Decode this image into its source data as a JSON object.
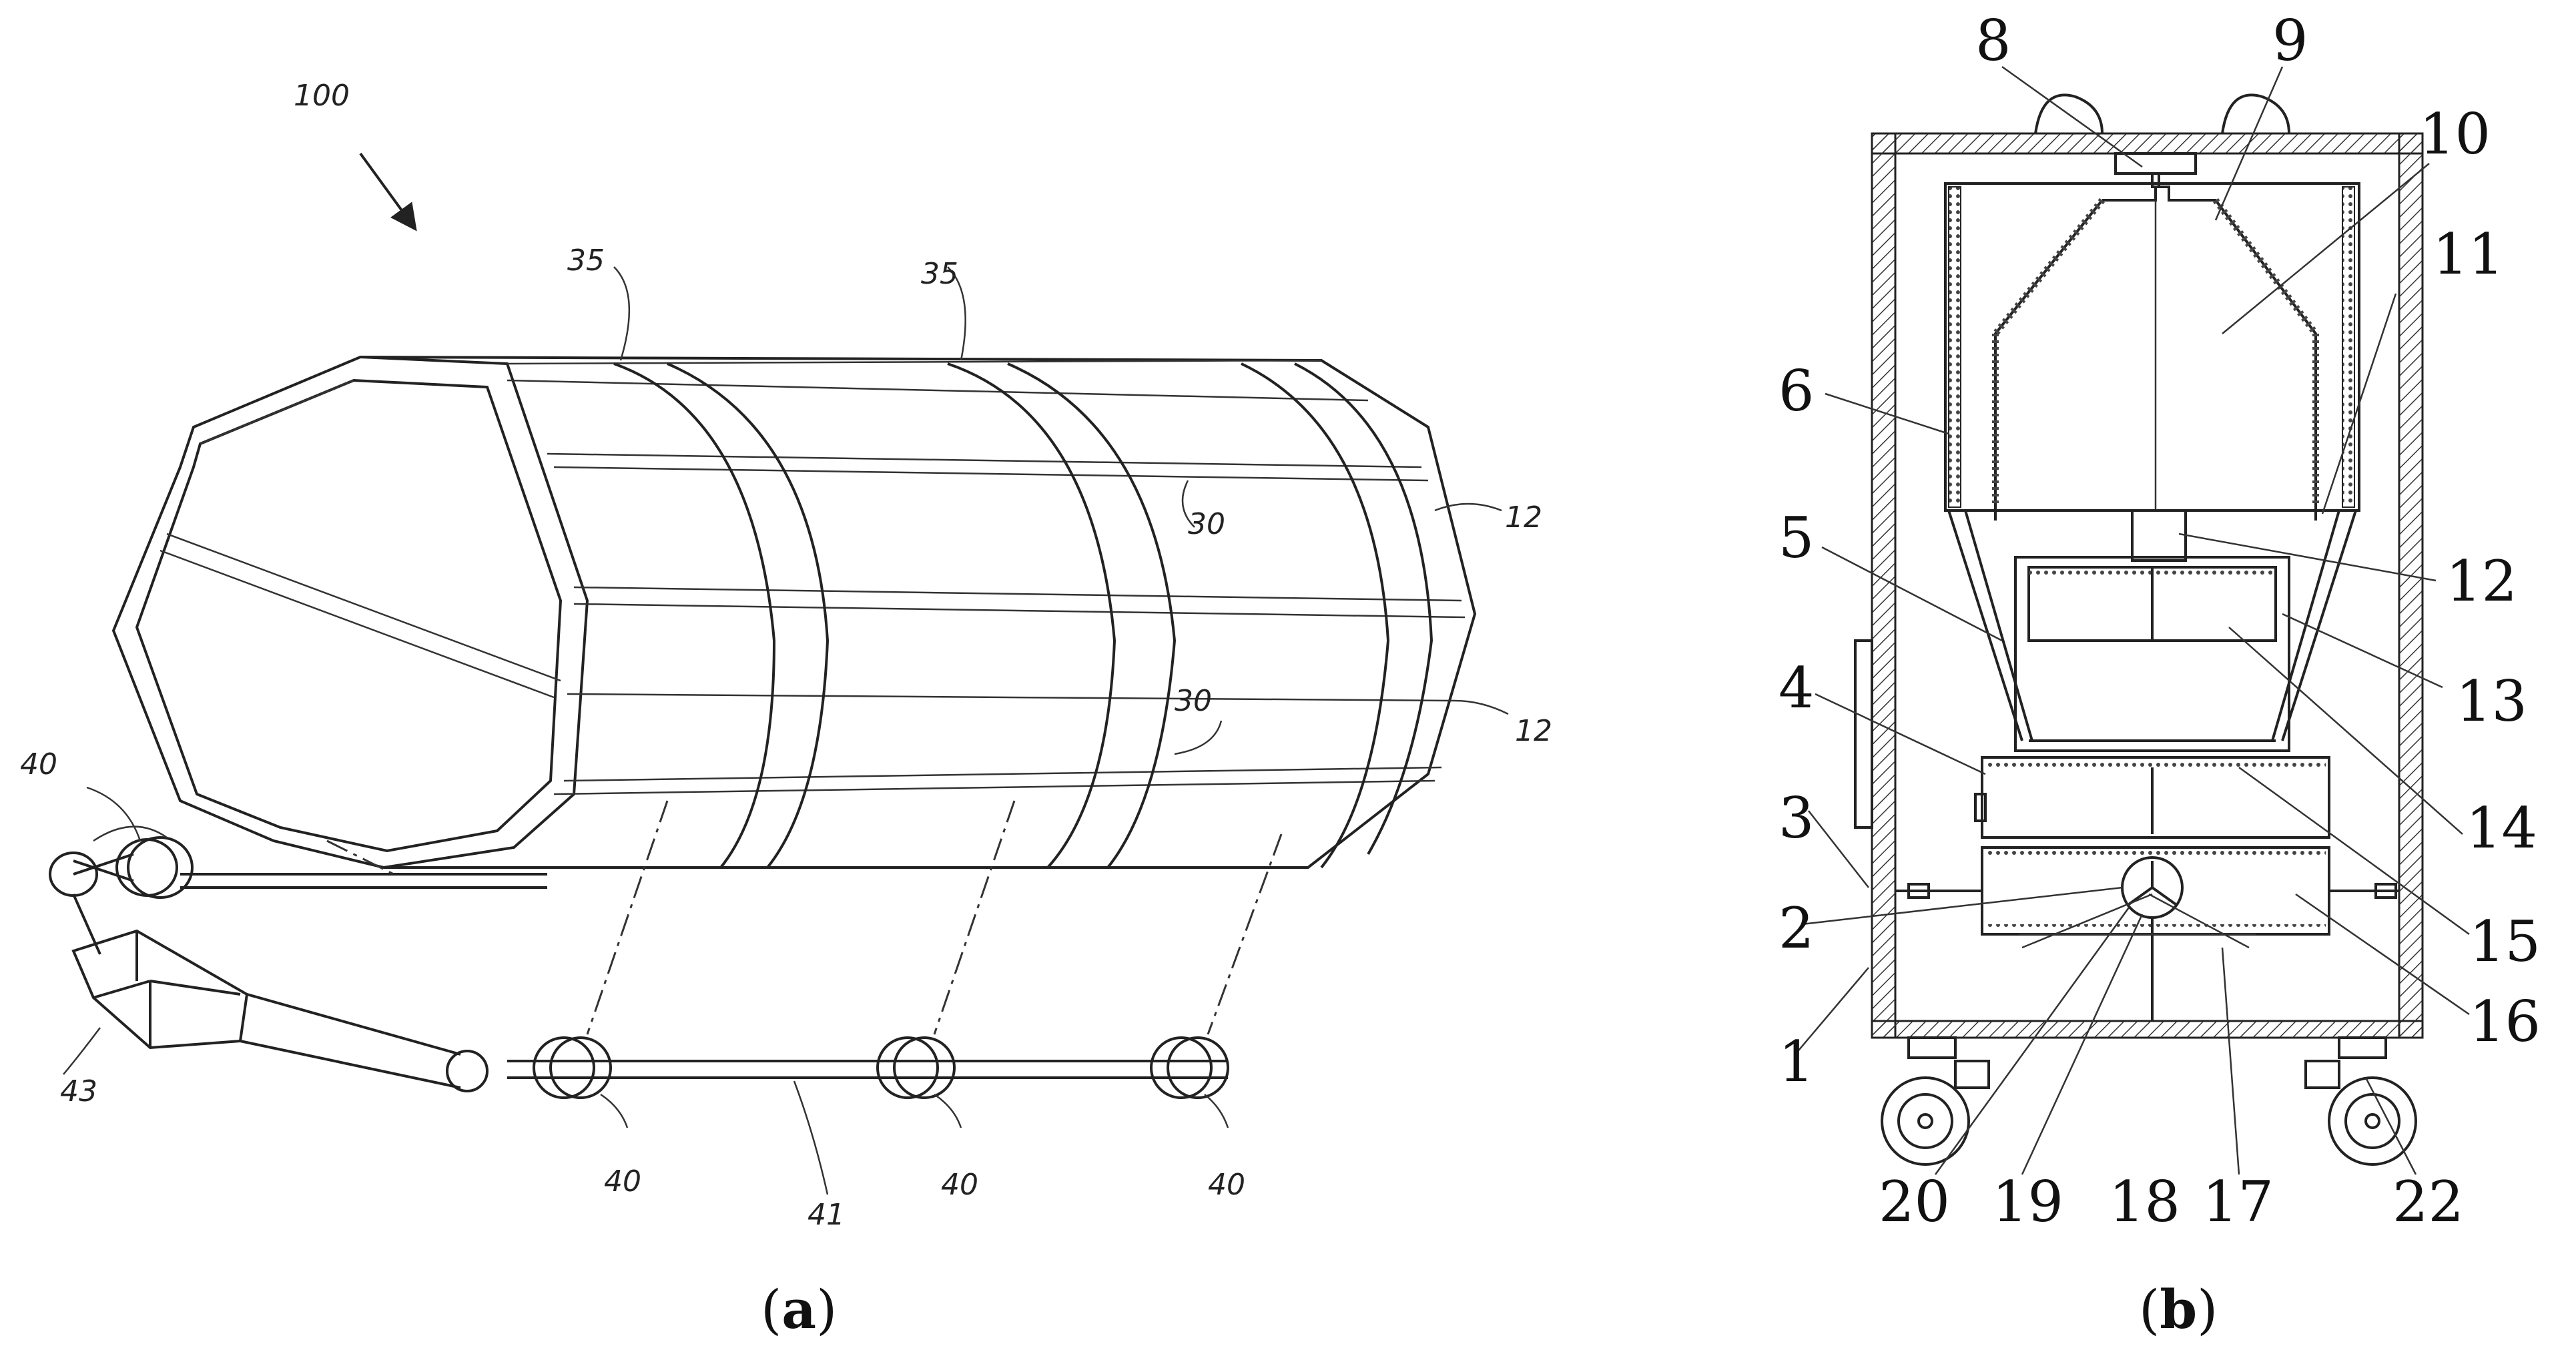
{
  "panel_a": {
    "caption": "(a)",
    "ref_100": "100",
    "ref_35": [
      "35",
      "35"
    ],
    "ref_30": [
      "30",
      "30"
    ],
    "ref_12": [
      "12",
      "12"
    ],
    "ref_40": [
      "40",
      "40",
      "40",
      "40"
    ],
    "ref_41": "41",
    "ref_43": "43"
  },
  "panel_b": {
    "caption": "(b)",
    "labels": {
      "n1": "1",
      "n2": "2",
      "n3": "3",
      "n4": "4",
      "n5": "5",
      "n6": "6",
      "n8": "8",
      "n9": "9",
      "n10": "10",
      "n11": "11",
      "n12": "12",
      "n13": "13",
      "n14": "14",
      "n15": "15",
      "n16": "16",
      "n17": "17",
      "n18": "18",
      "n19": "19",
      "n20": "20",
      "n22": "22"
    }
  }
}
